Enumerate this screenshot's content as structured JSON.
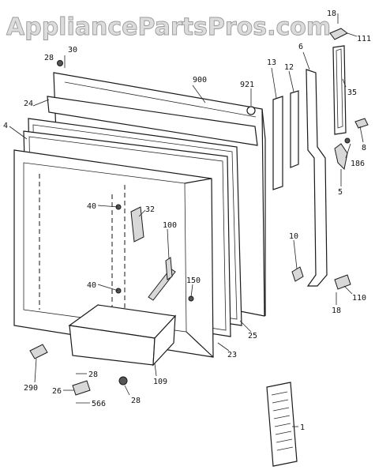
{
  "watermark": "AppliancePartsPros.com",
  "callouts": {
    "c18_top": "18",
    "c111": "111",
    "c28_top": "28",
    "c30": "30",
    "c900": "900",
    "c921": "921",
    "c13": "13",
    "c12": "12",
    "c6": "6",
    "c35": "35",
    "c24": "24",
    "c4": "4",
    "c8": "8",
    "c186": "186",
    "c5": "5",
    "c40_upper": "40",
    "c32": "32",
    "c100": "100",
    "c10": "10",
    "c40_lower": "40",
    "c150": "150",
    "c110": "110",
    "c18_bottom": "18",
    "c25": "25",
    "c23": "23",
    "c109": "109",
    "c290": "290",
    "c28_mid": "28",
    "c26": "26",
    "c566": "566",
    "c28_bottom": "28",
    "c1": "1"
  }
}
